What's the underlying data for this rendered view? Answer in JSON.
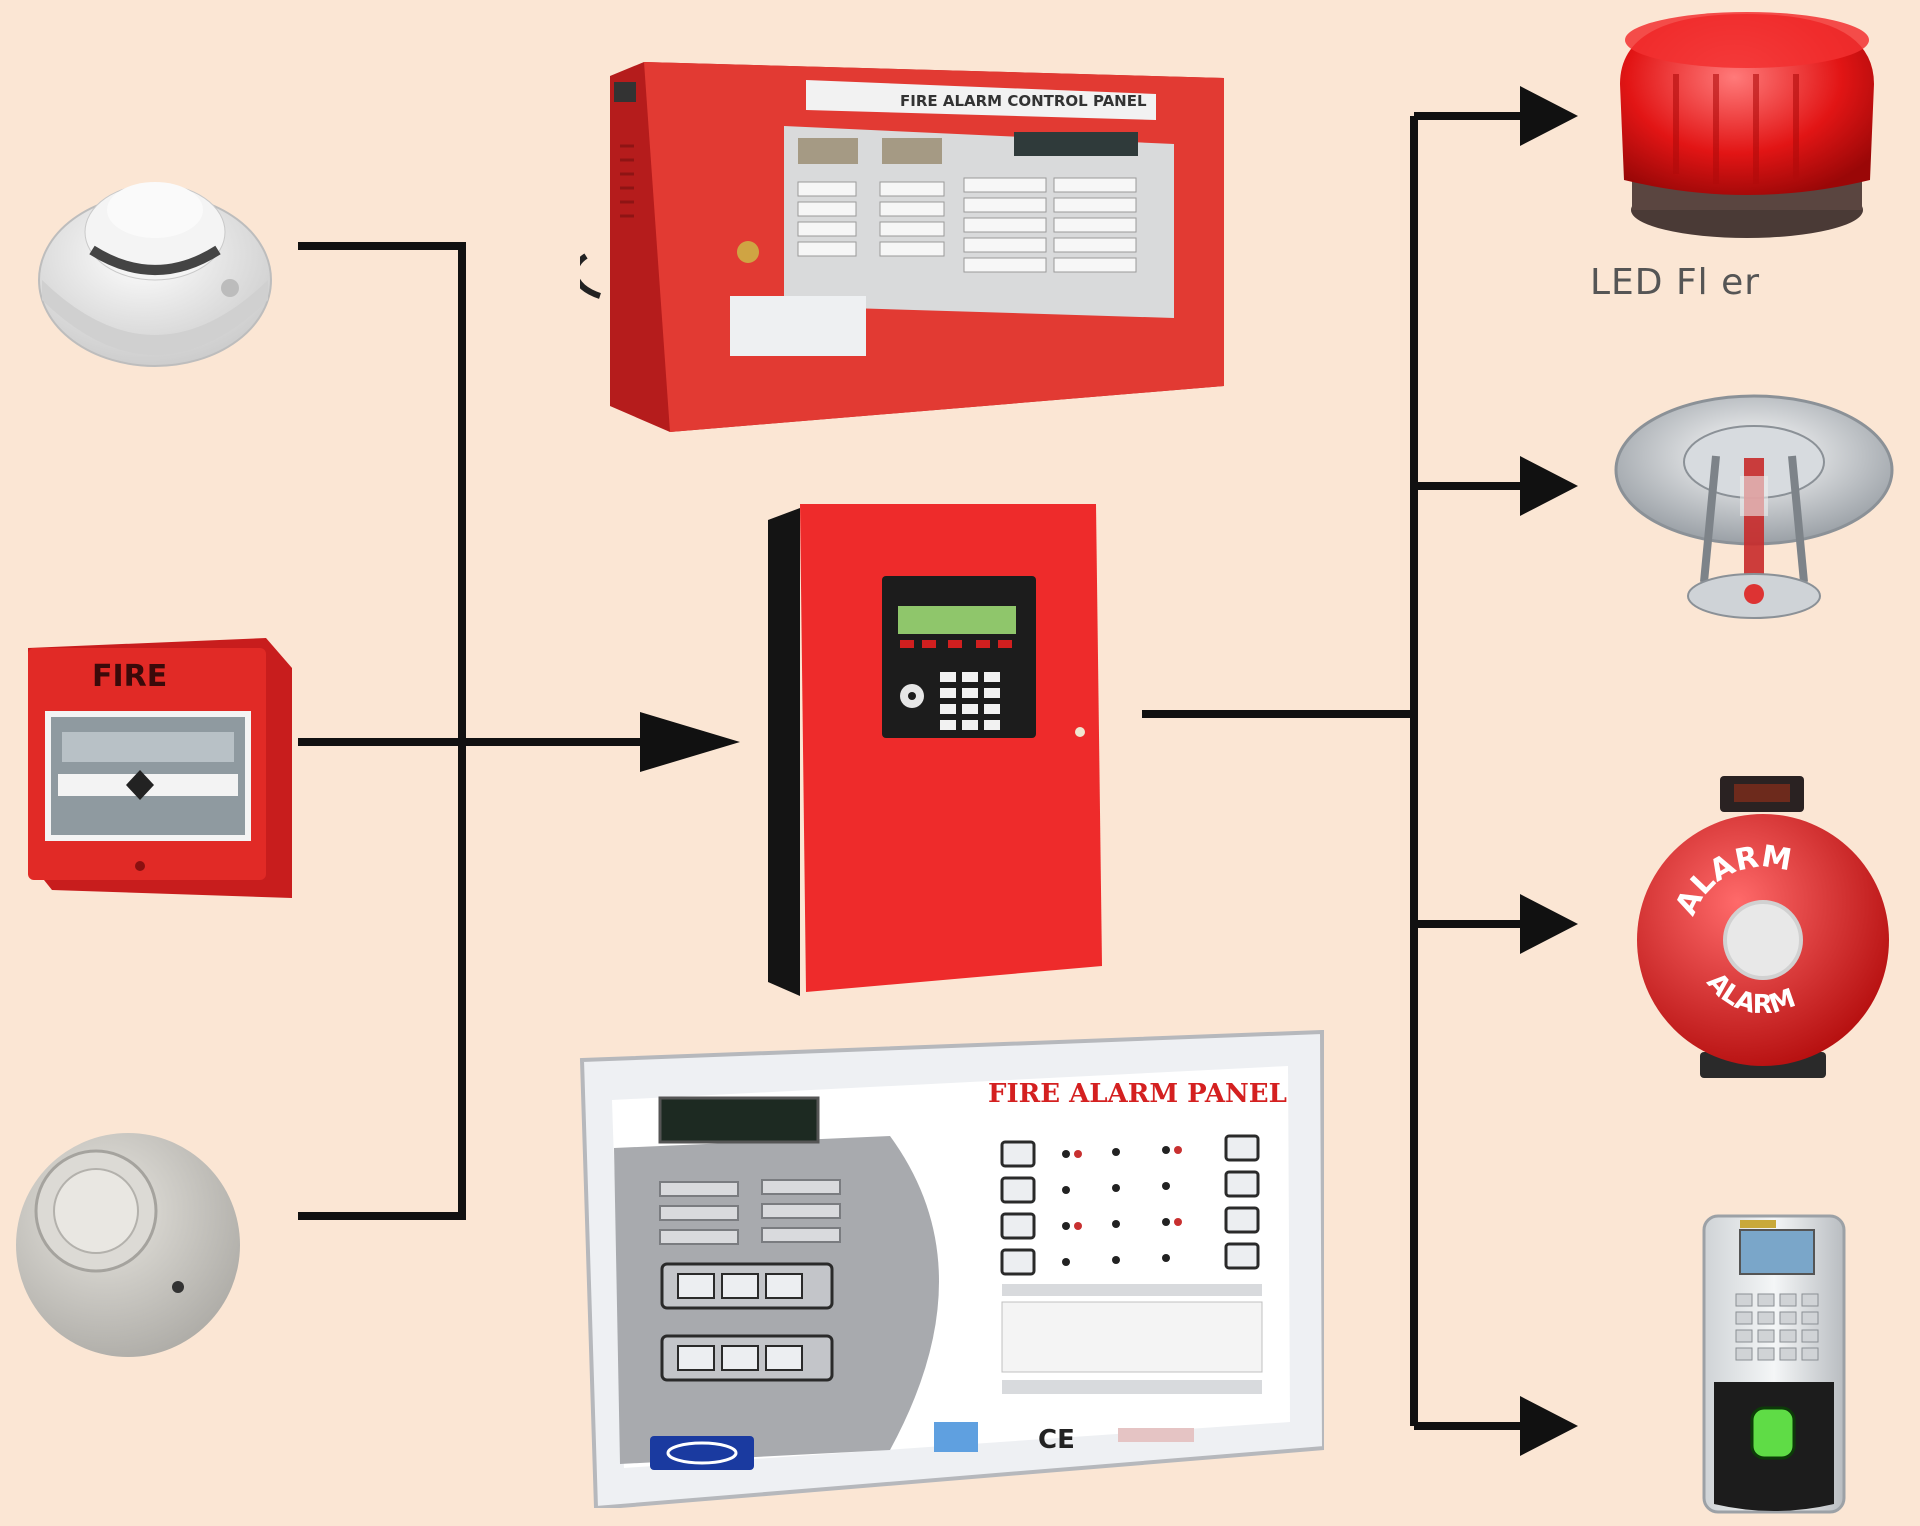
{
  "colors": {
    "background": "#fbe6d4",
    "connector": "#111111",
    "panel_red": "#e02a26",
    "panel_dark_red": "#9c1414",
    "panel_silver": "#d7d9dc"
  },
  "inputs": [
    {
      "id": "smoke-detector-1",
      "icon": "smoke-detector-icon"
    },
    {
      "id": "manual-call-point",
      "icon": "manual-call-point-icon",
      "label": "FIRE"
    },
    {
      "id": "smoke-detector-2",
      "icon": "heat-detector-icon"
    }
  ],
  "panels": {
    "top": {
      "icon": "control-panel-icon",
      "title": "FIRE ALARM CONTROL PANEL"
    },
    "middle": {
      "icon": "addressable-panel-icon"
    },
    "bottom": {
      "icon": "panel-faceplate-icon",
      "title": "FIRE ALARM PANEL",
      "mark": "CE"
    }
  },
  "outputs": [
    {
      "id": "led-flasher",
      "icon": "led-flasher-icon",
      "label": "LED Fl    er"
    },
    {
      "id": "sprinkler",
      "icon": "sprinkler-icon"
    },
    {
      "id": "alarm-bell",
      "icon": "alarm-bell-icon",
      "text_top": "ALARM",
      "text_bottom": "ALARM"
    },
    {
      "id": "access-control",
      "icon": "fingerprint-reader-icon"
    }
  ]
}
